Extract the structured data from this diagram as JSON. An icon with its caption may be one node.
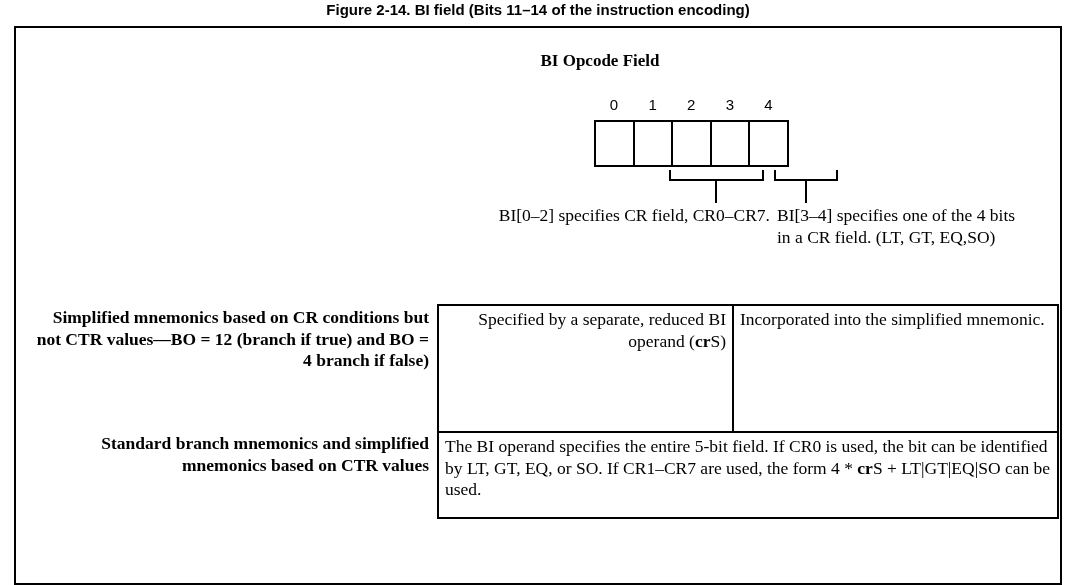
{
  "diagram": {
    "title": "Figure 2-14. BI field (Bits 11–14 of the instruction encoding)",
    "nodes": [
      {
        "text": [],
        "shape": "box",
        "beside": [
          "0"
        ]
      },
      {
        "text": [],
        "shape": "box",
        "beside": [
          "1"
        ]
      },
      {
        "text": [],
        "shape": "box",
        "beside": [
          "2"
        ]
      },
      {
        "text": [],
        "shape": "box",
        "beside": [
          "3"
        ]
      },
      {
        "text": [],
        "shape": "box",
        "beside": [
          "4"
        ]
      }
    ],
    "edges": [],
    "labels": [
      "BI Opcode Field",
      "BI[0–2] specifies CR field, CR0–CR7.",
      "BI[3–4] specifies one of the 4 bits in a CR field. (LT, GT, EQ,SO)",
      "Simplified mnemonics based on CR conditions but not CTR values—BO = 12 (branch if true) and BO = 4 branch if false)",
      "Specified by a separate, reduced BI operand (**cr**S)",
      "Incorporated into the simplified mnemonic.",
      "Standard branch mnemonics and simplified mnemonics based on CTR values",
      "The BI operand specifies the entire 5-bit field. If CR0 is used, the bit can be identified by LT, GT, EQ, or SO. If CR1–CR7 are used, the form 4 * **cr**S + LT|GT|EQ|SO can be used."
    ]
  }
}
